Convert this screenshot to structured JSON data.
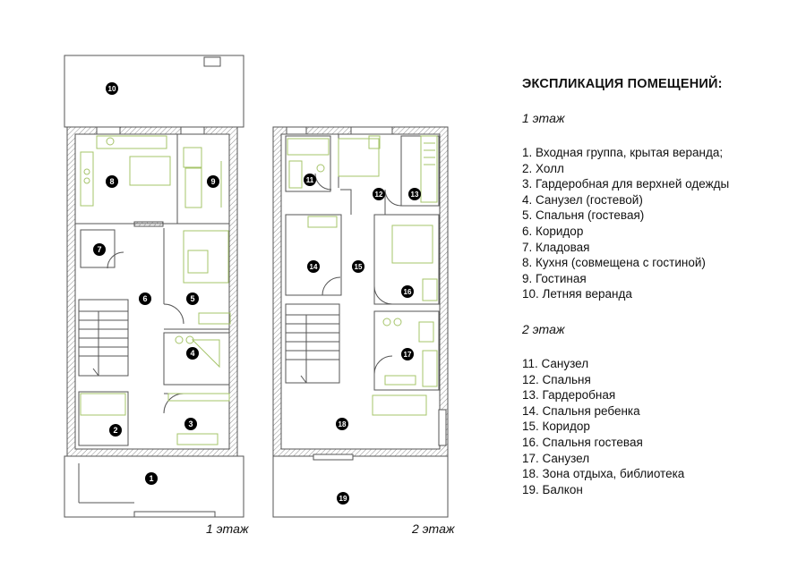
{
  "legend": {
    "title": "ЭКСПЛИКАЦИЯ ПОМЕЩЕНИЙ:",
    "floor1_heading": "1 этаж",
    "floor1_items": [
      "1. Входная группа, крытая веранда;",
      "2. Холл",
      "3. Гардеробная для верхней одежды",
      "4. Санузел (гостевой)",
      "5. Спальня (гостевая)",
      "6. Коридор",
      "7. Кладовая",
      "8. Кухня (совмещена с гостиной)",
      "9. Гостиная",
      "10. Летняя веранда"
    ],
    "floor2_heading": "2 этаж",
    "floor2_items": [
      "11. Санузел",
      "12. Спальня",
      "13. Гардеробная",
      "14. Спальня ребенка",
      "15. Коридор",
      "16. Спальня гостевая",
      "17. Санузел",
      "18. Зона отдыха, библиотека",
      "19. Балкон"
    ]
  },
  "captions": {
    "floor1": "1 этаж",
    "floor2": "2 этаж"
  },
  "markers": [
    "1",
    "2",
    "3",
    "4",
    "5",
    "6",
    "7",
    "8",
    "9",
    "10",
    "11",
    "12",
    "13",
    "14",
    "15",
    "16",
    "17",
    "18",
    "19"
  ],
  "colors": {
    "furniture": "#a6c46a",
    "wall": "#555555",
    "hatch": "#9a9a9a",
    "marker": "#000000"
  }
}
